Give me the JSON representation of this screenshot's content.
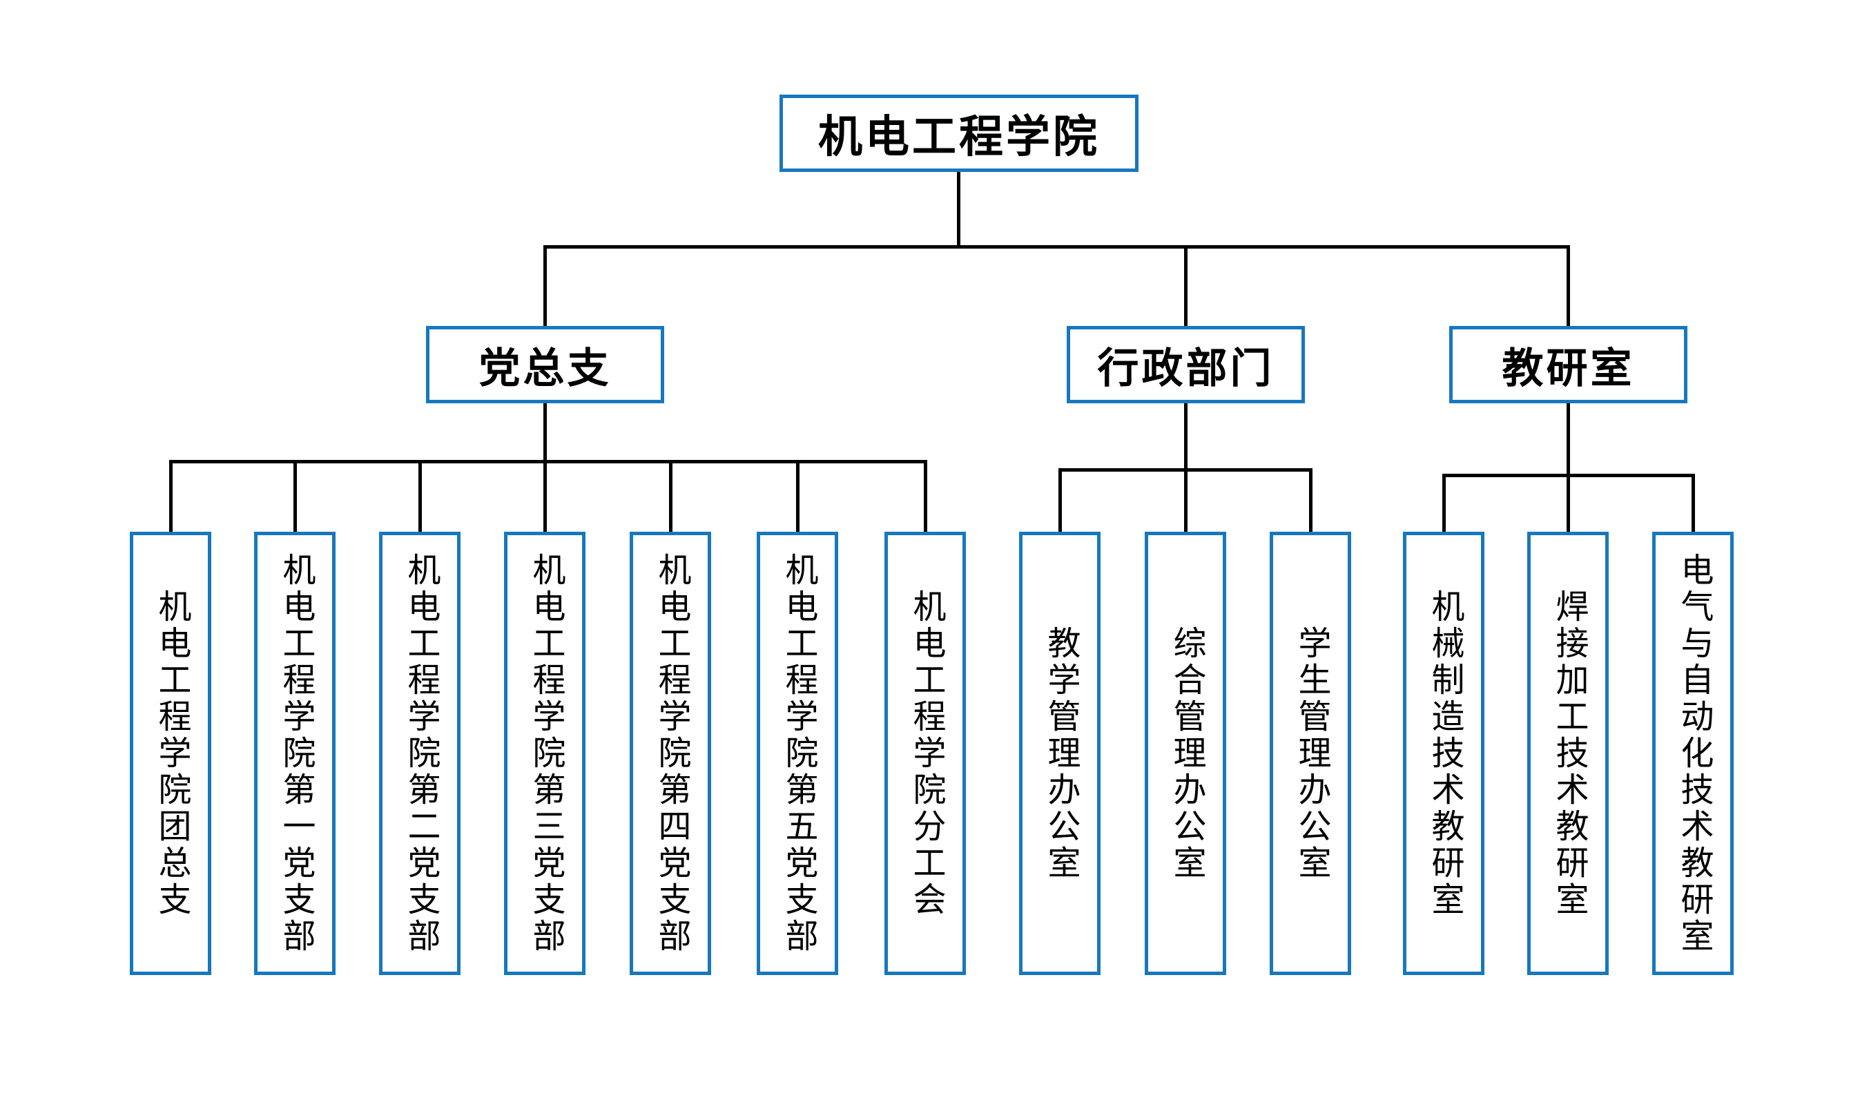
{
  "diagram": {
    "type": "org-chart",
    "root": {
      "label": "机电工程学院"
    },
    "branches": [
      {
        "label": "党总支",
        "children": [
          "机电工程学院团总支",
          "机电工程学院第一党支部",
          "机电工程学院第二党支部",
          "机电工程学院第三党支部",
          "机电工程学院第四党支部",
          "机电工程学院第五党支部",
          "机电工程学院分工会"
        ]
      },
      {
        "label": "行政部门",
        "children": [
          "教学管理办公室",
          "综合管理办公室",
          "学生管理办公室"
        ]
      },
      {
        "label": "教研室",
        "children": [
          "机械制造技术教研室",
          "焊接加工技术教研室",
          "电气与自动化技术教研室"
        ]
      }
    ],
    "colors": {
      "box_border": "#1778be",
      "connector": "#000000",
      "text": "#000000",
      "background": "#ffffff"
    }
  }
}
